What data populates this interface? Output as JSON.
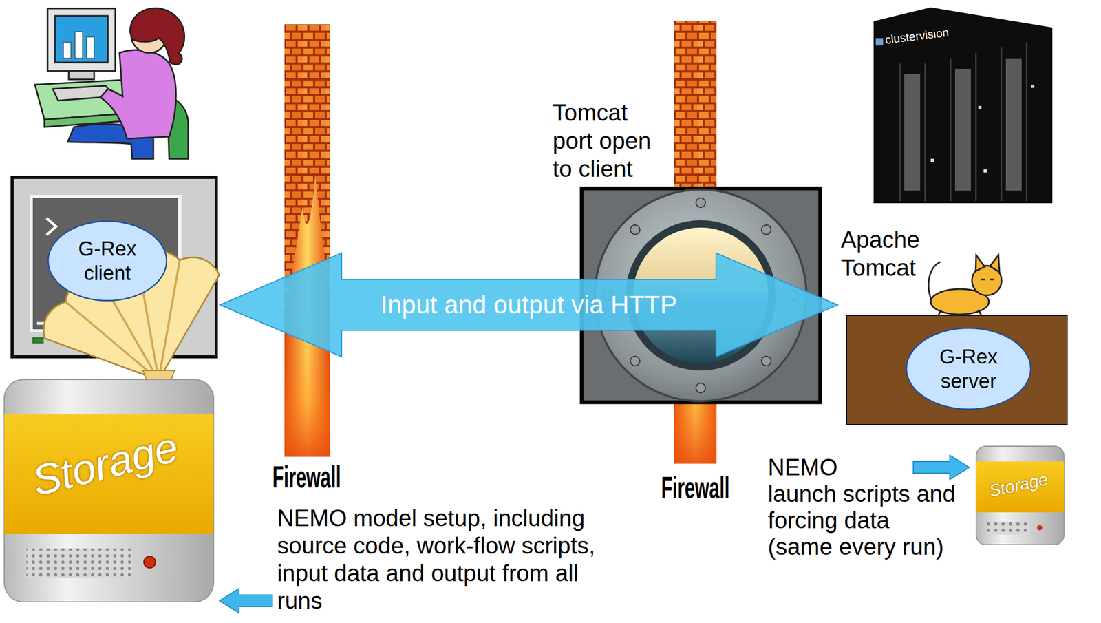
{
  "diagram": {
    "nodes": [
      {
        "text": [
          "G-Rex client"
        ]
      },
      {
        "text": [
          "Apache Tomcat"
        ]
      },
      {
        "text": [
          "G-Rex server"
        ],
        "in": 1
      }
    ],
    "edges": [
      {
        "from": 0,
        "to": 1,
        "arrow": "both",
        "label": "Input and output via HTTP"
      }
    ],
    "labels": [
      "Tomcat port open to client",
      "Firewall",
      "Firewall",
      "Storage",
      "Storage",
      "clustervision",
      "NEMO model setup, including source code, work-flow scripts, input data and output from all runs",
      "NEMO launch scripts and forcing data (same every run)"
    ]
  }
}
